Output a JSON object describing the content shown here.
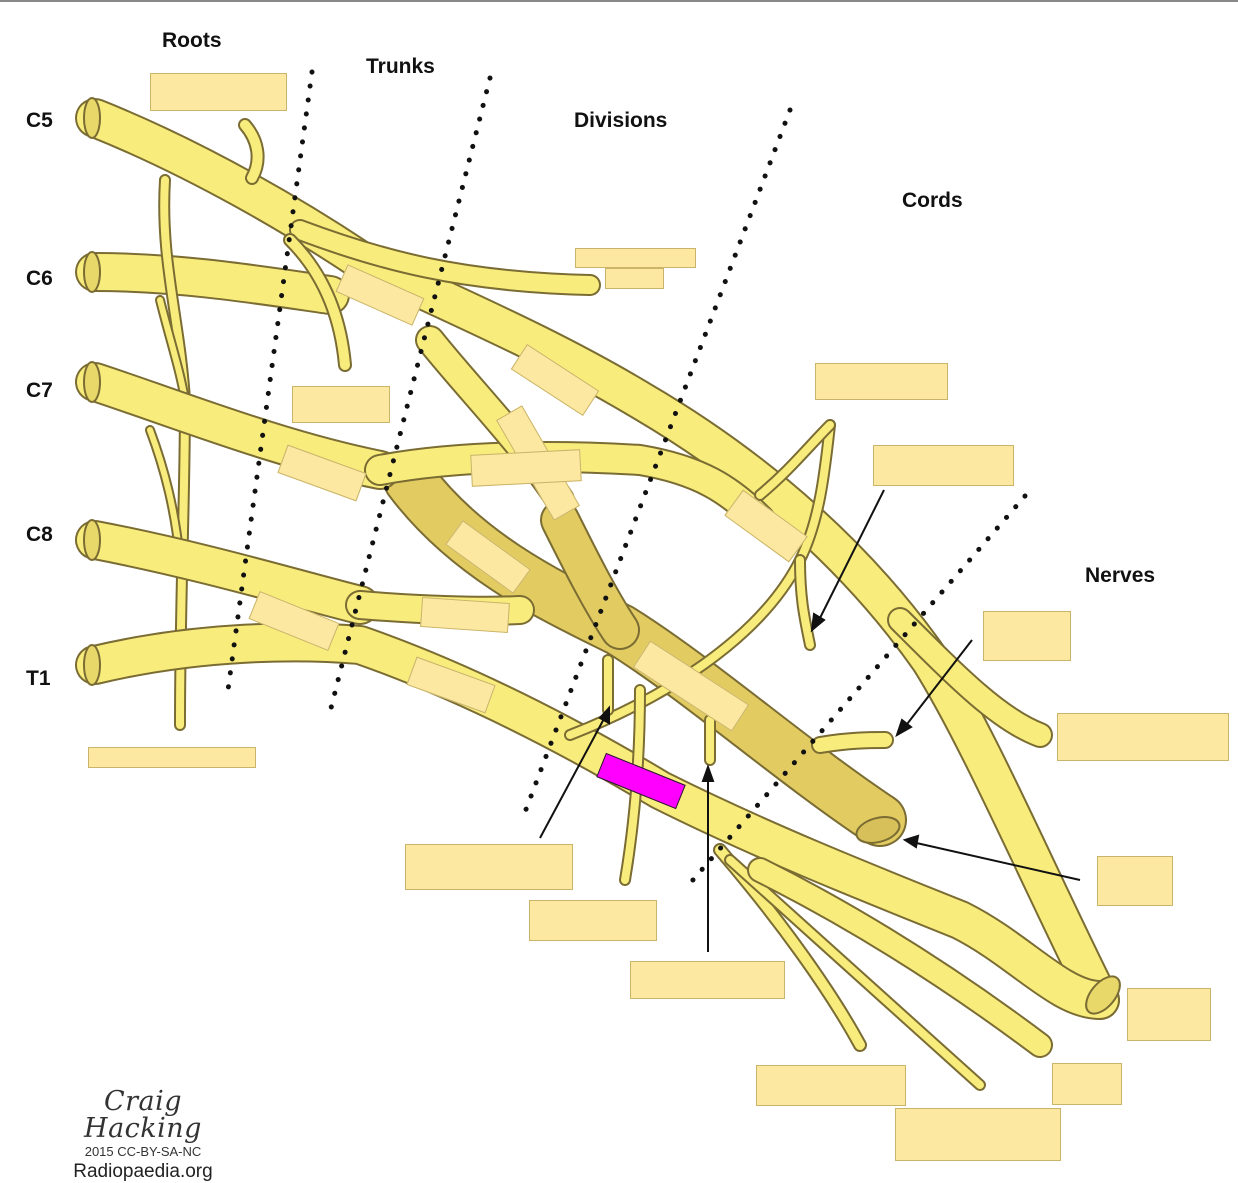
{
  "column_labels": {
    "roots": "Roots",
    "trunks": "Trunks",
    "divisions": "Divisions",
    "cords": "Cords",
    "nerves": "Nerves"
  },
  "root_labels": {
    "c5": "C5",
    "c6": "C6",
    "c7": "C7",
    "c8": "C8",
    "t1": "T1"
  },
  "credit": {
    "author": "Craig Hacking",
    "license": "2015 CC-BY-SA-NC",
    "site": "Radiopaedia.org"
  },
  "colors": {
    "nerve_fill": "#f8ed7c",
    "nerve_stroke": "#7a6c33",
    "cord_shade": "#e2cc62",
    "label_box": "#fde8a2",
    "active_box": "#ff00ff",
    "dots": "#111111"
  },
  "answer_boxes_count_note": ""
}
